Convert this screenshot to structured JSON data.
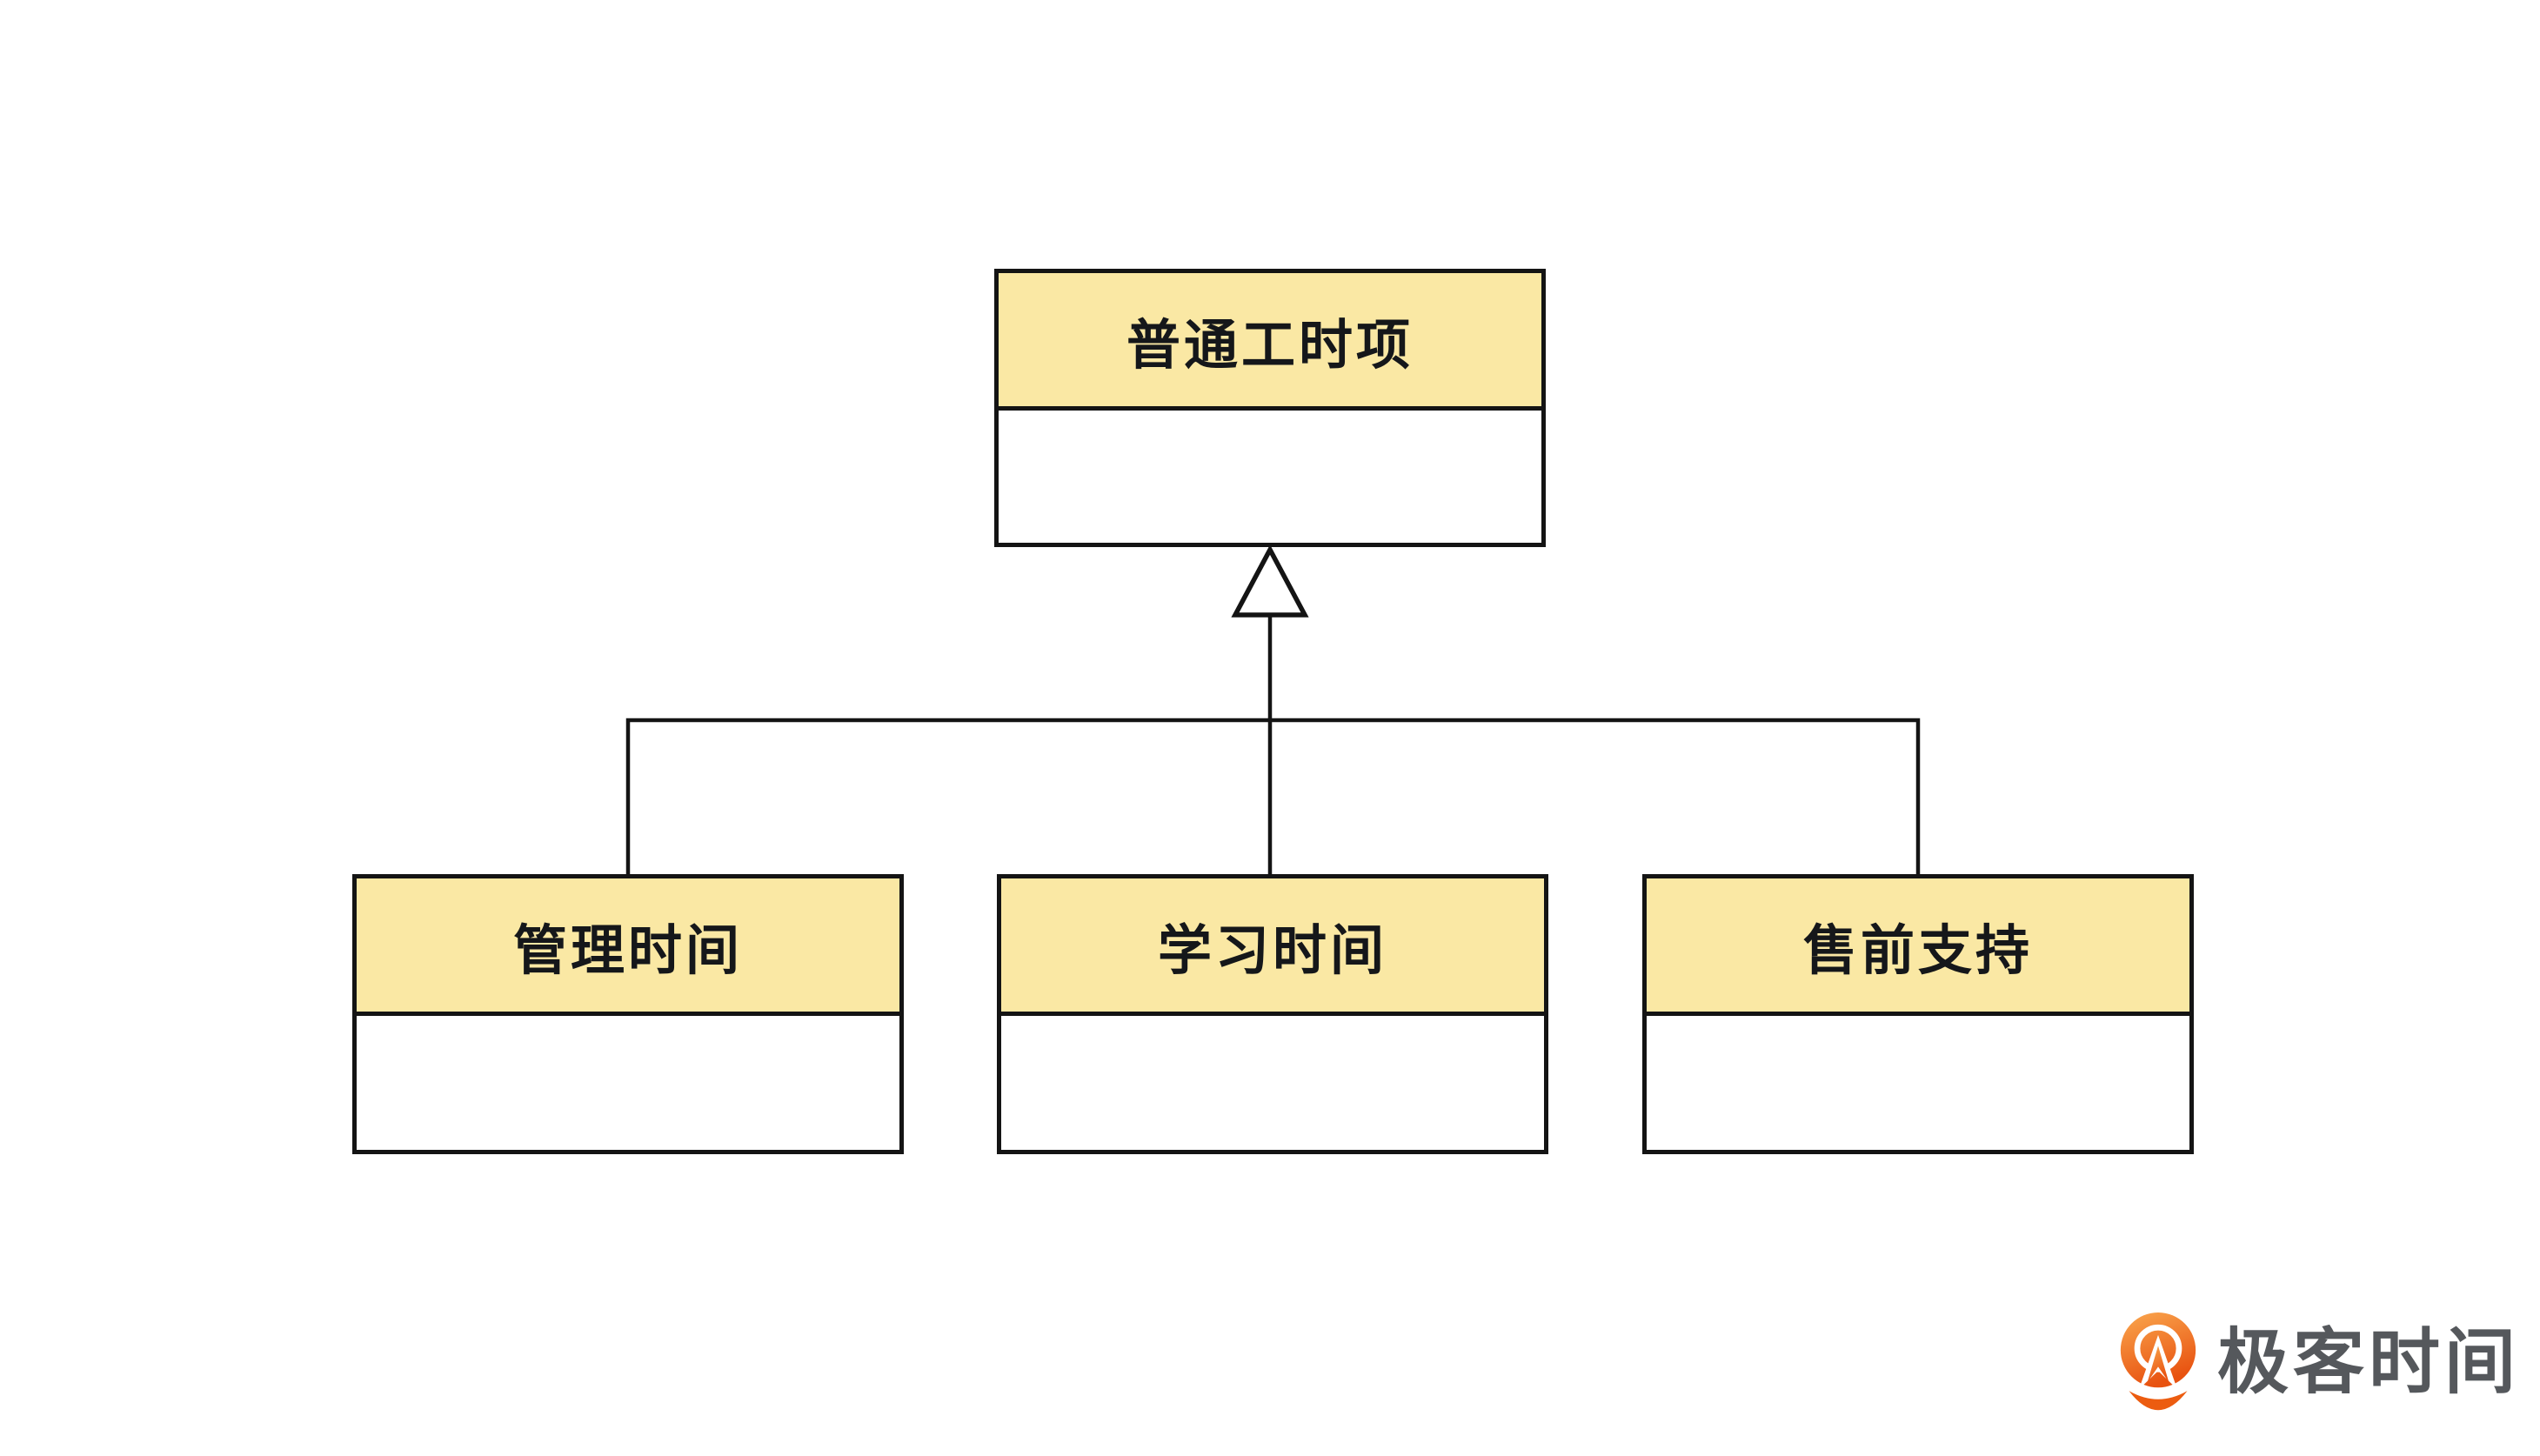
{
  "diagram": {
    "type": "uml-class-inheritance",
    "relationship": "generalization",
    "parent": {
      "title": "普通工时项"
    },
    "children": [
      {
        "title": "管理时间"
      },
      {
        "title": "学习时间"
      },
      {
        "title": "售前支持"
      }
    ],
    "colors": {
      "box_header_fill": "#FAE8A4",
      "box_body_fill": "#FFFFFF",
      "border": "#141414",
      "connector": "#141414",
      "background": "#FFFFFF"
    }
  },
  "branding": {
    "logo_text": "极客时间",
    "logo_text_color": "#55585C",
    "logo_orange_light": "#FAA84F",
    "logo_orange_dark": "#E85210",
    "icon": "geektime-logo-icon"
  }
}
